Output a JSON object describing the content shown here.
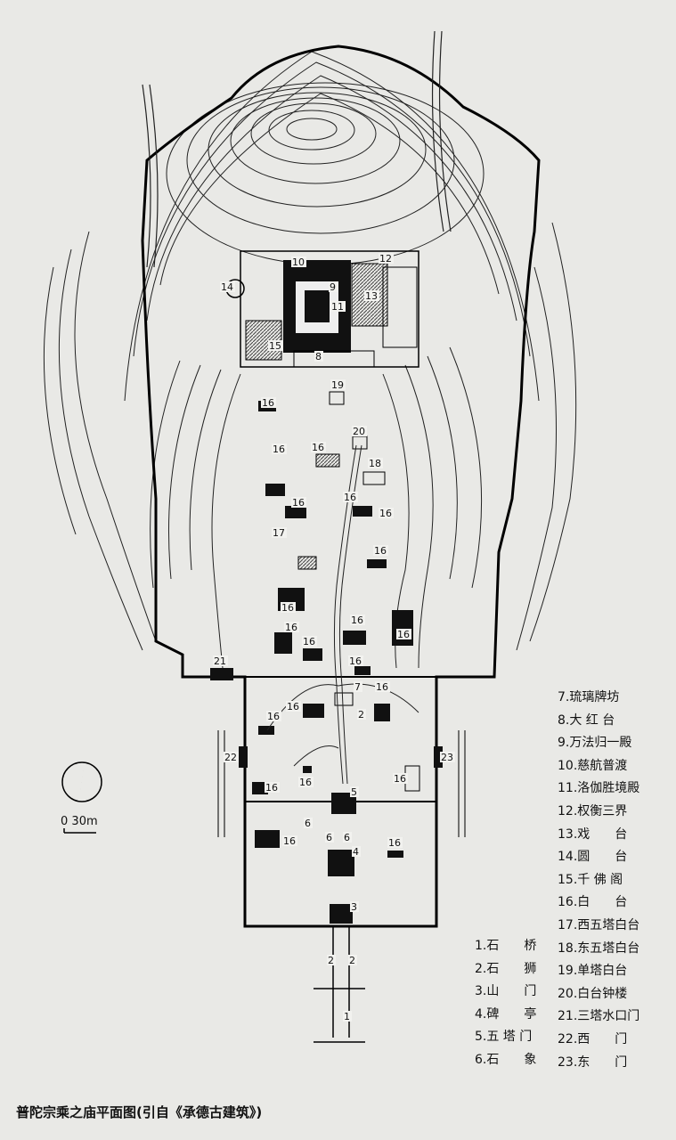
{
  "caption": "普陀宗乘之庙平面图(引自《承德古建筑》)",
  "scale_bar": {
    "zero": "0",
    "label": "30m"
  },
  "legend_right": [
    {
      "number": "7.",
      "name": "琉璃牌坊"
    },
    {
      "number": "8.",
      "name": "大 红 台"
    },
    {
      "number": "9.",
      "name": "万法归一殿"
    },
    {
      "number": "10.",
      "name": "慈航普渡"
    },
    {
      "number": "11.",
      "name": "洛伽胜境殿"
    },
    {
      "number": "12.",
      "name": "权衡三界"
    },
    {
      "number": "13.",
      "name": "戏　　台"
    },
    {
      "number": "14.",
      "name": "圆　　台"
    },
    {
      "number": "15.",
      "name": "千 佛 阁"
    },
    {
      "number": "16.",
      "name": "白　　台"
    },
    {
      "number": "17.",
      "name": "西五塔白台"
    },
    {
      "number": "18.",
      "name": "东五塔白台"
    },
    {
      "number": "19.",
      "name": "单塔白台"
    },
    {
      "number": "20.",
      "name": "白台钟楼"
    },
    {
      "number": "21.",
      "name": "三塔水口门"
    },
    {
      "number": "22.",
      "name": "西　　门"
    },
    {
      "number": "23.",
      "name": "东　　门"
    }
  ],
  "legend_left": [
    {
      "number": "1.",
      "name": "石　　桥"
    },
    {
      "number": "2.",
      "name": "石　　狮"
    },
    {
      "number": "3.",
      "name": "山　　门"
    },
    {
      "number": "4.",
      "name": "碑　　亭"
    },
    {
      "number": "5.",
      "name": "五 塔 门"
    },
    {
      "number": "6.",
      "name": "石　　象"
    }
  ],
  "map_labels": [
    "1",
    "2",
    "3",
    "4",
    "5",
    "6",
    "7",
    "8",
    "9",
    "10",
    "11",
    "12",
    "13",
    "14",
    "15",
    "16",
    "17",
    "18",
    "19",
    "20",
    "21",
    "22",
    "23"
  ],
  "colors": {
    "ink": "#111111",
    "paper": "#e9e9e6",
    "hatch": "#555555"
  }
}
